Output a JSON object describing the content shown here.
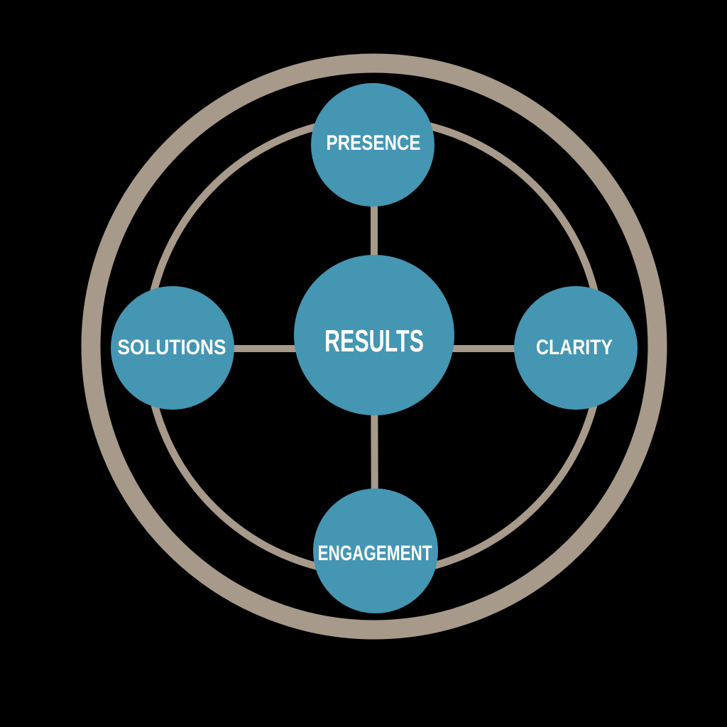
{
  "colors": {
    "background": "#000000",
    "node_fill": "#4596b2",
    "ring_line": "#a79a8a",
    "label_text": "#ffffff"
  },
  "diagram": {
    "type": "hub-and-spoke",
    "center_node": {
      "label": "RESULTS"
    },
    "nodes": [
      {
        "label": "PRESENCE",
        "position": "top"
      },
      {
        "label": "CLARITY",
        "position": "right"
      },
      {
        "label": "ENGAGEMENT",
        "position": "bottom"
      },
      {
        "label": "SOLUTIONS",
        "position": "left"
      }
    ]
  }
}
